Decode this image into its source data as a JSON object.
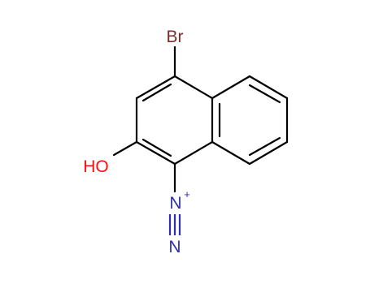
{
  "molecule": {
    "atoms": {
      "bromine": "Br",
      "hydroxyl": "HO",
      "diazo_n1": "N",
      "diazo_n1_charge": "+",
      "diazo_n2": "N"
    },
    "colors": {
      "bond": "#000000",
      "bromine": "#7a2e2e",
      "oxygen": "#ff0d0d",
      "nitrogen": "#2f2fb0",
      "background": "#ffffff"
    }
  }
}
